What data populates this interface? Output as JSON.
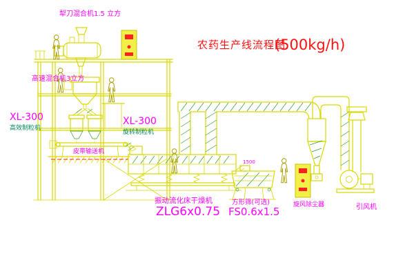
{
  "title": {
    "cn": "农药生产线流程图",
    "capacity": "(500kg/h)"
  },
  "labels": {
    "top_mixer": "犁刀混合机1.5 立方",
    "high_speed_mixer": "高速混合机3立方",
    "granulator_left_model": "XL-300",
    "granulator_left_name": "高效制粒机",
    "granulator_mid_model": "XL-300",
    "granulator_mid_name": "旋转制粒机",
    "belt_conveyor": "皮带输送机",
    "dryer_name": "振动流化床干燥机",
    "dryer_model": "ZLG6x0.75",
    "sieve_name": "方形筛(可选)",
    "sieve_model": "FS0.6x1.5",
    "dust_collector": "旋风除尘器",
    "fan": "引风机",
    "dim_sieve": "1500"
  },
  "colors": {
    "line_yellow": "#d9d900",
    "detail_green": "#33a02c",
    "label_magenta": "#ff00ff",
    "label_red": "#ff1111",
    "human_outline": "#a89b00",
    "cabinet_fill": "#f2ef4a"
  }
}
